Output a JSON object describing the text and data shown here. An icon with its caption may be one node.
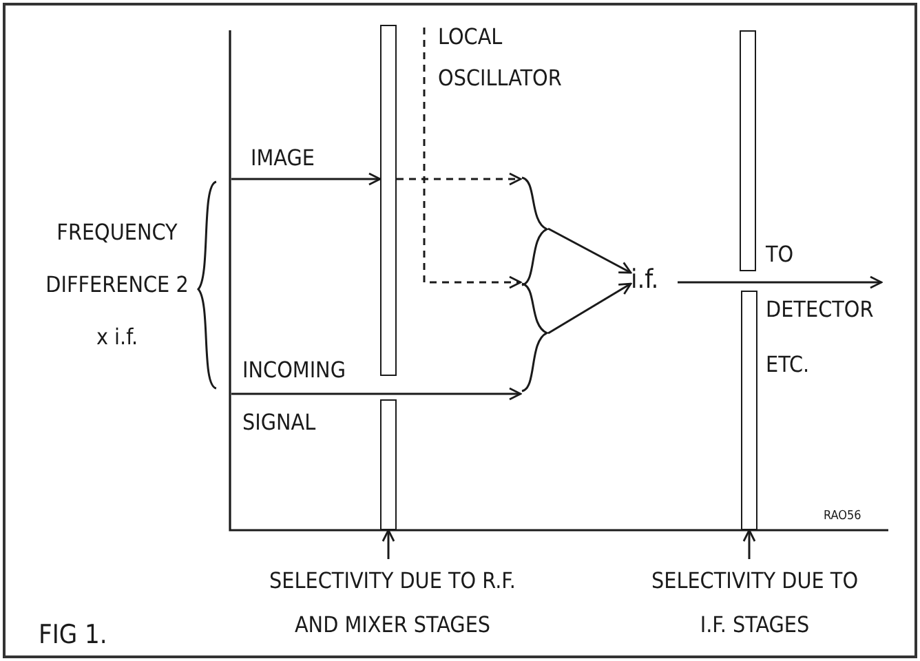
{
  "diagram": {
    "caption": "FIG 1.",
    "nodes": [
      {
        "text": [
          "LOCAL OSCILLATOR"
        ]
      },
      {
        "text": [],
        "shape": "bar"
      },
      {
        "text": [],
        "shape": "bar"
      },
      {
        "text": [],
        "shape": "brace"
      },
      {
        "text": [
          "i.f."
        ]
      },
      {
        "text": [],
        "shape": "brace"
      },
      {
        "text": [],
        "shape": "bar"
      },
      {
        "text": [],
        "shape": "bar"
      },
      {
        "text": [
          "SELECTIVITY DUE TO R.F. AND MIXER STAGES"
        ]
      },
      {
        "text": [
          "SELECTIVITY DUE TO I.F. STAGES"
        ]
      }
    ],
    "edges": [
      {
        "from": null,
        "to": 1,
        "arrow": "to",
        "label": "IMAGE"
      },
      {
        "from": 1,
        "to": 3,
        "arrow": "to",
        "style": "dashed"
      },
      {
        "from": 0,
        "to": 3,
        "arrow": "to",
        "style": "dashed"
      },
      {
        "from": null,
        "to": 5,
        "arrow": "to",
        "label": "INCOMING SIGNAL"
      },
      {
        "from": 3,
        "to": 4,
        "arrow": "to"
      },
      {
        "from": 5,
        "to": 4,
        "arrow": "to"
      },
      {
        "from": 4,
        "to": null,
        "arrow": "to",
        "label": "TO DETECTOR ETC."
      },
      {
        "from": 8,
        "to": 6,
        "arrow": "to"
      },
      {
        "from": 9,
        "to": 7,
        "arrow": "to"
      }
    ],
    "labels": [
      "FREQUENCY DIFFERENCE 2 x i.f.",
      "RAO56"
    ]
  }
}
